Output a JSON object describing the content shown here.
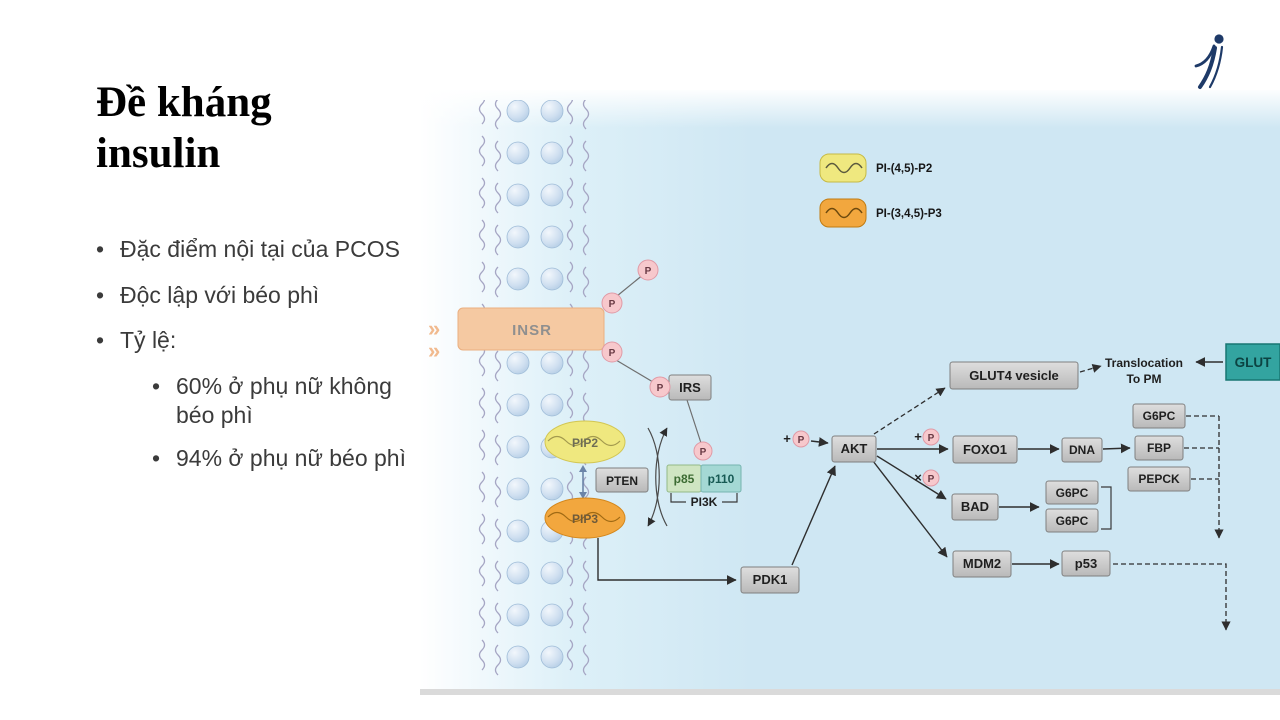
{
  "slide": {
    "title": "Đề kháng insulin",
    "bullets": [
      {
        "level": 1,
        "text": "Đặc điểm nội tại của PCOS"
      },
      {
        "level": 1,
        "text": "Độc lập với béo phì"
      },
      {
        "level": 1,
        "text": "Tỷ lệ:"
      },
      {
        "level": 2,
        "text": "60% ở phụ nữ không béo phì"
      },
      {
        "level": 2,
        "text": "94% ở phụ nữ béo phì"
      }
    ]
  },
  "diagram": {
    "legend": [
      {
        "label": "PI-(4,5)-P2",
        "color": "#efe87f"
      },
      {
        "label": "PI-(3,4,5)-P3",
        "color": "#f2a73e"
      }
    ],
    "labels": {
      "insr": "INSR",
      "irs": "IRS",
      "pip2": "PIP2",
      "pten": "PTEN",
      "pip3": "PIP3",
      "p85": "p85",
      "p110": "p110",
      "pi3k": "PI3K",
      "pdk1": "PDK1",
      "akt": "AKT",
      "glut4_vesicle": "GLUT4 vesicle",
      "translocation": "Translocation",
      "to_pm": "To PM",
      "glut": "GLUT",
      "foxo1": "FOXO1",
      "dna": "DNA",
      "g6pc": "G6PC",
      "fbp": "FBP",
      "pepck": "PEPCK",
      "bad": "BAD",
      "mdm2": "MDM2",
      "p53": "p53",
      "p": "P",
      "plus": "+",
      "cross": "×",
      "chevron": "»"
    },
    "colors": {
      "pip2_yellow": "#efe87f",
      "pip3_orange": "#f2a73e",
      "p85_green": "#cfe5c2",
      "p110_teal": "#a4d8d4",
      "glut_teal": "#33a4a0",
      "insr_peach": "#f5c9a2",
      "phospho_pink": "#f7c8cc",
      "background_blue": "#cfe7f3"
    }
  }
}
